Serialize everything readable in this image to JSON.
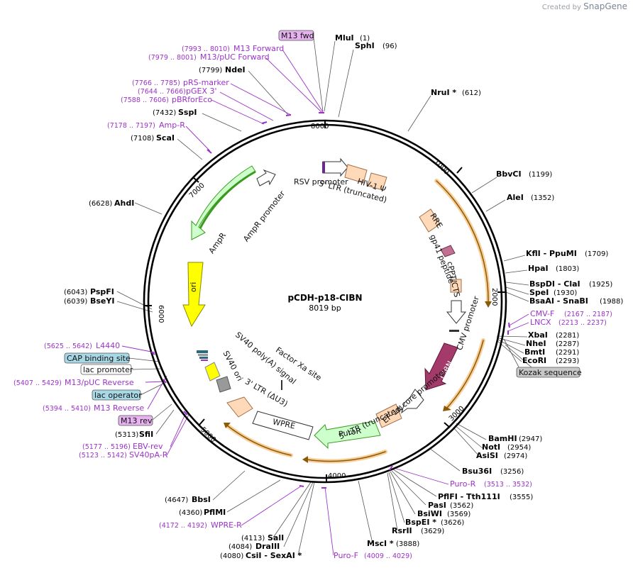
{
  "brand": {
    "created_by": "Created by",
    "name": "SnapGene"
  },
  "plasmid": {
    "name": "pCDH-p18-CIBN",
    "length": "8019 bp"
  },
  "ticks": [
    "1000",
    "2000",
    "3000",
    "4000",
    "5000",
    "6000",
    "7000",
    "8000"
  ],
  "enzymes": [
    {
      "name": "MluI",
      "pos": "(1)"
    },
    {
      "name": "SphI",
      "pos": "(96)"
    },
    {
      "name": "NruI *",
      "pos": "(612)"
    },
    {
      "name": "BbvCI",
      "pos": "(1199)"
    },
    {
      "name": "AleI",
      "pos": "(1352)"
    },
    {
      "name": "KflI - PpuMI",
      "pos": "(1709)"
    },
    {
      "name": "HpaI",
      "pos": "(1803)"
    },
    {
      "name": "BspDI - ClaI",
      "pos": "(1925)"
    },
    {
      "name": "SpeI",
      "pos": "(1930)"
    },
    {
      "name": "BsaAI - SnaBI",
      "pos": "(1988)"
    },
    {
      "name": "XbaI",
      "pos": "(2281)"
    },
    {
      "name": "NheI",
      "pos": "(2287)"
    },
    {
      "name": "BmtI",
      "pos": "(2291)"
    },
    {
      "name": "EcoRI",
      "pos": "(2293)"
    },
    {
      "name": "BamHI",
      "pos": "(2947)"
    },
    {
      "name": "NotI",
      "pos": "(2954)"
    },
    {
      "name": "AsiSI",
      "pos": "(2974)"
    },
    {
      "name": "Bsu36I",
      "pos": "(3256)"
    },
    {
      "name": "PflFI - Tth111I",
      "pos": "(3555)"
    },
    {
      "name": "PasI",
      "pos": "(3562)"
    },
    {
      "name": "BsiWI",
      "pos": "(3569)"
    },
    {
      "name": "BspEI *",
      "pos": "(3626)"
    },
    {
      "name": "RsrII",
      "pos": "(3629)"
    },
    {
      "name": "MscI *",
      "pos": "(3888)"
    },
    {
      "name": "CsiI - SexAI *",
      "pos": "(4080)"
    },
    {
      "name": "DraIII",
      "pos": "(4084)"
    },
    {
      "name": "SalI",
      "pos": "(4113)"
    },
    {
      "name": "PflMI",
      "pos": "(4360)"
    },
    {
      "name": "BbsI",
      "pos": "(4647)"
    },
    {
      "name": "SfiI",
      "pos": "(5313)"
    },
    {
      "name": "BseYI",
      "pos": "(6039)"
    },
    {
      "name": "PspFI",
      "pos": "(6043)"
    },
    {
      "name": "AhdI",
      "pos": "(6628)"
    },
    {
      "name": "ScaI",
      "pos": "(7108)"
    },
    {
      "name": "SspI",
      "pos": "(7432)"
    },
    {
      "name": "NdeI",
      "pos": "(7799)"
    }
  ],
  "primers": [
    {
      "name": "M13 Forward",
      "range": "(7993 .. 8010)"
    },
    {
      "name": "M13/pUC Forward",
      "range": "(7979 .. 8001)"
    },
    {
      "name": "pRS-marker",
      "range": "(7766 .. 7785)"
    },
    {
      "name": "pGEX 3'",
      "range": "(7644 .. 7666)"
    },
    {
      "name": "pBRforEco",
      "range": "(7588 .. 7606)"
    },
    {
      "name": "Amp-R",
      "range": "(7178 .. 7197)"
    },
    {
      "name": "CMV-F",
      "range": "(2167 .. 2187)"
    },
    {
      "name": "LNCX",
      "range": "(2213 .. 2237)"
    },
    {
      "name": "Puro-R",
      "range": "(3513 .. 3532)"
    },
    {
      "name": "Puro-F",
      "range": "(4009 .. 4029)"
    },
    {
      "name": "WPRE-R",
      "range": "(4172 .. 4192)"
    },
    {
      "name": "EBV-rev",
      "range": "(5177 .. 5196)"
    },
    {
      "name": "SV40pA-R",
      "range": "(5123 .. 5142)"
    },
    {
      "name": "M13 Reverse",
      "range": "(5394 .. 5410)"
    },
    {
      "name": "M13/pUC Reverse",
      "range": "(5407 .. 5429)"
    },
    {
      "name": "L4440",
      "range": "(5625 .. 5642)"
    }
  ],
  "boxed_features": [
    {
      "name": "M13 fwd",
      "color": "#e6b3f0"
    },
    {
      "name": "CAP binding site",
      "color": "#a8d8e6"
    },
    {
      "name": "lac promoter",
      "color": "#ffffff"
    },
    {
      "name": "lac operator",
      "color": "#a8d8e6"
    },
    {
      "name": "M13 rev",
      "color": "#e6b3f0"
    },
    {
      "name": "Kozak sequence",
      "color": "#c8c8c8"
    }
  ],
  "features": {
    "rsv_promoter": "RSV promoter",
    "ltr5_trunc_top": "5' LTR (truncated)",
    "hiv1_psi": "HIV-1 Ψ",
    "rre": "RRE",
    "gp41": "gp41 peptide",
    "cppt": "cPPT/CTS",
    "cmv_promoter": "CMV promoter",
    "cibn": "CIBN",
    "ef1a": "EF-1α core promoter",
    "ltr5_trunc": "5' LTR (truncated)",
    "puror": "PuroR",
    "wpre": "WPRE",
    "ltr3": "3' LTR (ΔU3)",
    "sv40_polya": "SV40 poly(A) signal",
    "sv40_ori": "SV40 ori",
    "factor_xa": "Factor Xa site",
    "ori": "ori",
    "ampr": "AmpR",
    "ampr_promoter": "AmpR promoter"
  },
  "colors": {
    "backbone": "#000000",
    "orange_arc": "#f2a640",
    "ampr_fill": "#ccffcc",
    "ampr_edge": "#3c9a1e",
    "ori_fill": "#ffff00",
    "cibn_fill": "#a33a6a",
    "ltr_fill": "#ffd9b8",
    "primer": "#9b32c8"
  }
}
